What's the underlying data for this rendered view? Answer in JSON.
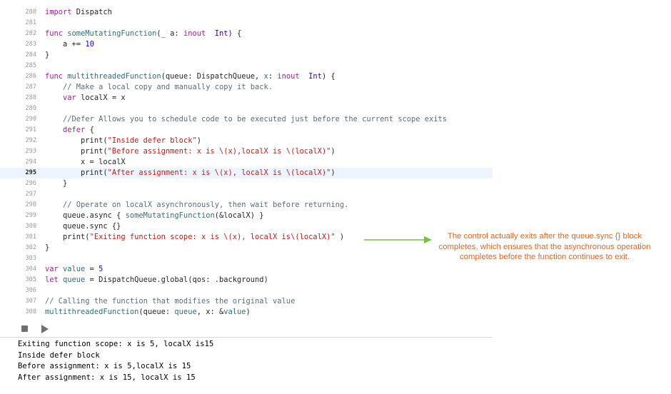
{
  "editor": {
    "current_line": 295,
    "lines": [
      {
        "num": "280",
        "segs": [
          [
            "kw",
            "import"
          ],
          [
            "",
            "Dispatch"
          ]
        ]
      },
      {
        "num": "281",
        "segs": []
      },
      {
        "num": "282",
        "segs": [
          [
            "kw",
            "func"
          ],
          [
            "fn",
            "someMutatingFunction"
          ],
          [
            "",
            "(_ a: "
          ],
          [
            "kw",
            "inout"
          ],
          [
            "ty",
            "Int"
          ],
          [
            "",
            " {"
          ]
        ]
      },
      {
        "num": "283",
        "segs": [
          [
            "",
            "    a += "
          ],
          [
            "num",
            "10"
          ]
        ]
      },
      {
        "num": "284",
        "segs": [
          [
            "",
            "}"
          ]
        ]
      },
      {
        "num": "285",
        "segs": []
      },
      {
        "num": "286",
        "segs": [
          [
            "kw",
            "func"
          ],
          [
            "fn",
            "multithreadedFunction"
          ],
          [
            "",
            "(queue: DispatchQueue, "
          ],
          [
            "fn",
            "x"
          ],
          [
            ": "
          ],
          [
            "kw",
            "inout"
          ],
          [
            "ty",
            "Int"
          ],
          [
            "",
            " {"
          ]
        ]
      },
      {
        "num": "287",
        "segs": [
          [
            "cm",
            "    // Make a local copy and manually copy it back."
          ]
        ]
      },
      {
        "num": "288",
        "segs": [
          [
            "",
            "    "
          ],
          [
            "kw",
            "var"
          ],
          [
            "",
            " localX = x"
          ]
        ]
      },
      {
        "num": "289",
        "segs": []
      },
      {
        "num": "290",
        "segs": [
          [
            "cm",
            "    //Defer Allows you to schedule code to be executed just before the current scope exits"
          ]
        ]
      },
      {
        "num": "291",
        "segs": [
          [
            "",
            "    "
          ],
          [
            "kw",
            "defer"
          ],
          [
            "",
            " {"
          ]
        ]
      },
      {
        "num": "292",
        "segs": [
          [
            "",
            "        print("
          ],
          [
            "str",
            "\"Inside defer block\""
          ],
          [
            "",
            ")"
          ]
        ]
      },
      {
        "num": "293",
        "segs": [
          [
            "",
            "        print("
          ],
          [
            "str",
            "\"Before assignment: x is \\(x),localX is \\(localX)\""
          ],
          [
            "",
            ")"
          ]
        ]
      },
      {
        "num": "294",
        "segs": [
          [
            "",
            "        x = localX"
          ]
        ]
      },
      {
        "num": "295",
        "segs": [
          [
            "",
            "        print("
          ],
          [
            "str",
            "\"After assignment: x is \\(x), localX is \\(localX)\""
          ],
          [
            "",
            ")"
          ]
        ]
      },
      {
        "num": "296",
        "segs": [
          [
            "",
            "    }"
          ]
        ]
      },
      {
        "num": "297",
        "segs": []
      },
      {
        "num": "298",
        "segs": [
          [
            "cm",
            "    // Operate on localX asynchronously, then wait before returning."
          ]
        ]
      },
      {
        "num": "299",
        "segs": [
          [
            "",
            "    queue.async { "
          ],
          [
            "fn",
            "someMutatingFunction"
          ],
          [
            "",
            "(&localX) }"
          ]
        ]
      },
      {
        "num": "300",
        "segs": [
          [
            "",
            "    queue.sync {}"
          ]
        ]
      },
      {
        "num": "301",
        "segs": [
          [
            "",
            "    print("
          ],
          [
            "str",
            "\"Exiting function scope: x is \\(x), localX is\\(localX)\""
          ],
          [
            "",
            " )"
          ]
        ]
      },
      {
        "num": "302",
        "segs": [
          [
            "",
            "}"
          ]
        ]
      },
      {
        "num": "303",
        "segs": []
      },
      {
        "num": "304",
        "segs": [
          [
            "kw",
            "var"
          ],
          [
            "fn",
            " value"
          ],
          [
            "",
            " = "
          ],
          [
            "num",
            "5"
          ]
        ]
      },
      {
        "num": "305",
        "segs": [
          [
            "kw",
            "let"
          ],
          [
            "fn",
            " queue"
          ],
          [
            "",
            " = DispatchQueue.global(qos: .background)"
          ]
        ]
      },
      {
        "num": "306",
        "segs": []
      },
      {
        "num": "307",
        "segs": [
          [
            "cm",
            "// Calling the function that modifies the original value"
          ]
        ]
      },
      {
        "num": "308",
        "segs": [
          [
            "fn",
            "multithreadedFunction"
          ],
          [
            "",
            "(queue: "
          ],
          [
            "fn",
            "queue"
          ],
          [
            ", x: &"
          ],
          [
            "fn",
            "value"
          ],
          [
            "",
            ")"
          ]
        ]
      }
    ]
  },
  "toolbar": {
    "stop_icon": "stop-icon",
    "run_icon": "play-icon"
  },
  "console": {
    "lines": [
      "Exiting function scope: x is 5, localX is15",
      "Inside defer block",
      "Before assignment: x is 5,localX is 15",
      "After assignment: x is 15, localX is 15"
    ]
  },
  "annotation": {
    "lines": [
      "The control actually exits after the queue.sync {} block",
      "completes, which ensures that the asynchronous operation",
      "completes before the function continues to exit."
    ],
    "color": "#e2661f",
    "arrow_color": "#7ac143"
  }
}
